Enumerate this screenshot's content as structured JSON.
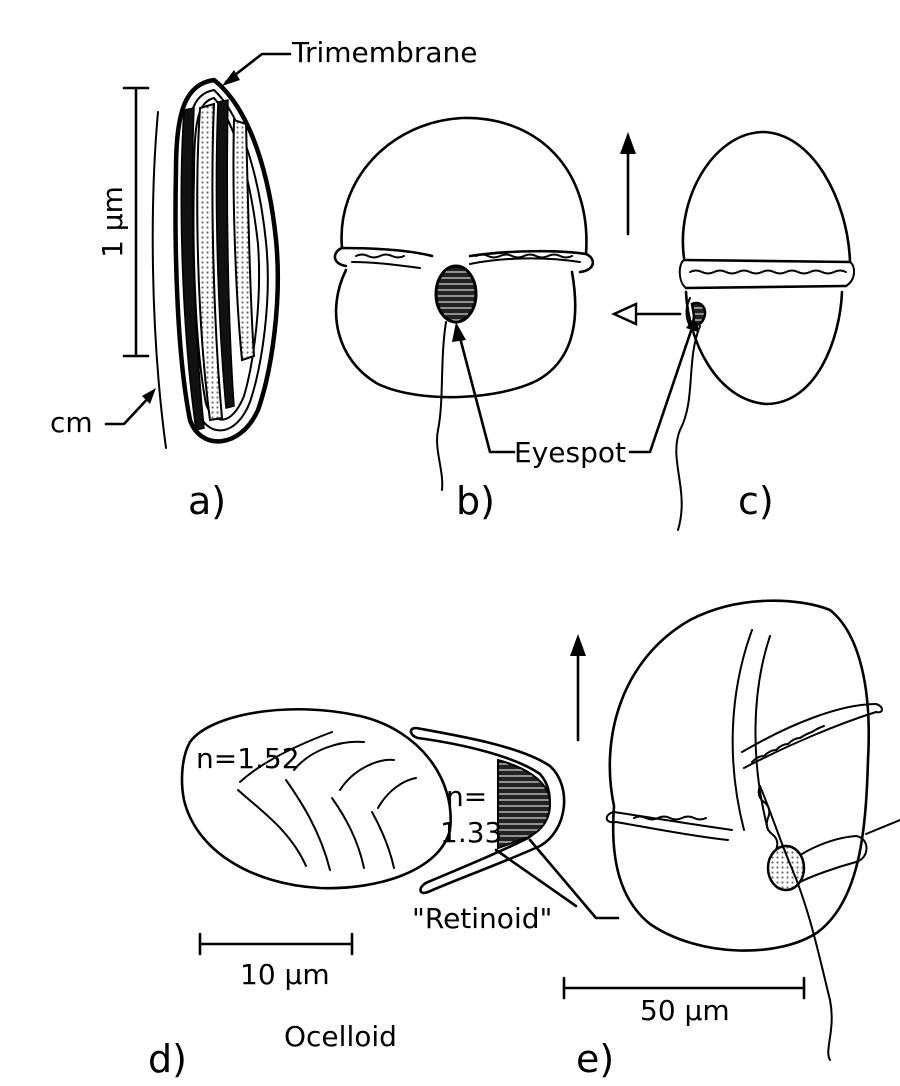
{
  "labels": {
    "trimembrane": "Trimembrane",
    "cm": "cm",
    "scale_a": "1 µm",
    "eyespot": "Eyespot",
    "n_lens": "n=1.52",
    "n_retinoid_top": "n=",
    "n_retinoid_bottom": "1.33",
    "retinoid": "\"Retinoid\"",
    "scale_d": "10 µm",
    "ocelloid": "Ocelloid",
    "scale_e": "50 µm"
  },
  "panels": {
    "a": "a)",
    "b": "b)",
    "c": "c)",
    "d": "d)",
    "e": "e)"
  },
  "colors": {
    "ink": "#000000",
    "background": "#ffffff",
    "stipple": "#9a9a9a"
  }
}
